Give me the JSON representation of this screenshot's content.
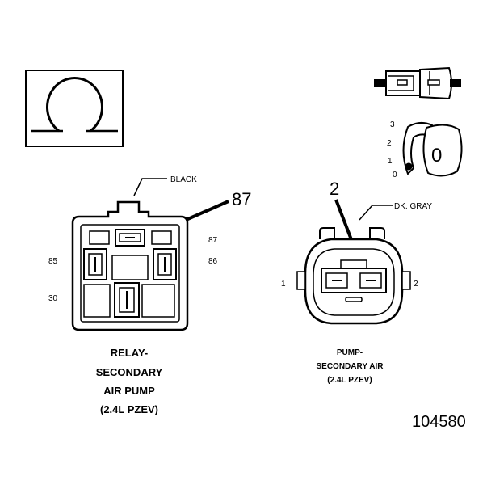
{
  "symbol": {
    "icon": "ohm-resistance-icon"
  },
  "connector_key": {
    "icon": "connector-side-view-icon",
    "positions": [
      "3",
      "2",
      "1",
      "0"
    ],
    "selected_position": "0"
  },
  "relay": {
    "color_label": "BLACK",
    "callout_pin": "87",
    "pin_labels": {
      "pin_87": "87",
      "pin_85": "85",
      "pin_86": "86",
      "pin_30": "30"
    },
    "caption_lines": [
      "RELAY-",
      "SECONDARY",
      "AIR PUMP",
      "(2.4L PZEV)"
    ]
  },
  "pump": {
    "color_label": "DK. GRAY",
    "callout_pin": "2",
    "pin_labels": {
      "pin_1": "1",
      "pin_2": "2"
    },
    "caption_lines": [
      "PUMP-",
      "SECONDARY AIR",
      "(2.4L PZEV)"
    ]
  },
  "figure_number": "104580"
}
